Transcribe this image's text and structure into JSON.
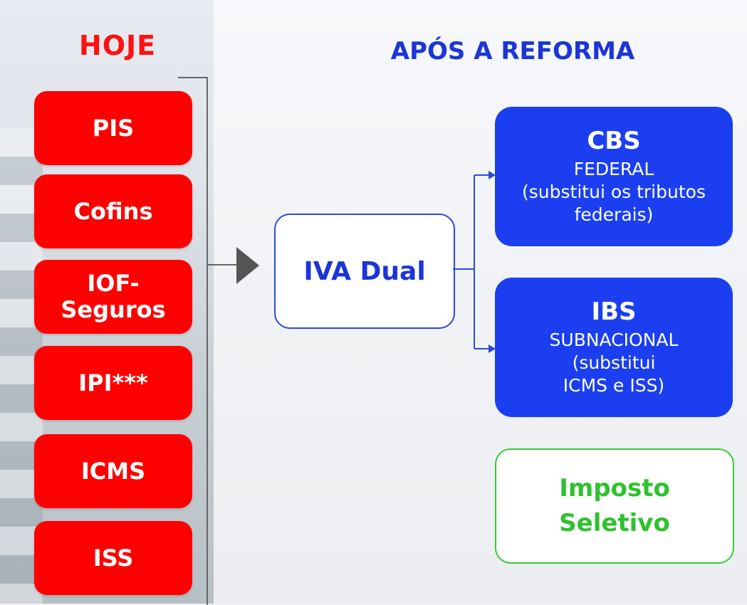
{
  "today": {
    "title": "HOJE",
    "taxes": [
      {
        "lines": [
          "PIS"
        ]
      },
      {
        "lines": [
          "Cofins"
        ]
      },
      {
        "lines": [
          "IOF-",
          "Seguros"
        ]
      },
      {
        "lines": [
          "IPI***"
        ]
      },
      {
        "lines": [
          "ICMS"
        ]
      },
      {
        "lines": [
          "ISS"
        ]
      }
    ]
  },
  "after": {
    "title": "APÓS A REFORMA",
    "iva": "IVA Dual",
    "cbs": {
      "title": "CBS",
      "lines": [
        "FEDERAL",
        "(substitui os tributos",
        "federais)"
      ]
    },
    "ibs": {
      "title": "IBS",
      "lines": [
        "SUBNACIONAL",
        "(substitui",
        "ICMS e ISS)"
      ]
    },
    "selective": {
      "lines": [
        "Imposto",
        "Seletivo"
      ]
    }
  },
  "colors": {
    "red": "#ff0000",
    "blue": "#1b3ff0",
    "green": "#33cc33",
    "title_blue": "#1b35d9"
  }
}
